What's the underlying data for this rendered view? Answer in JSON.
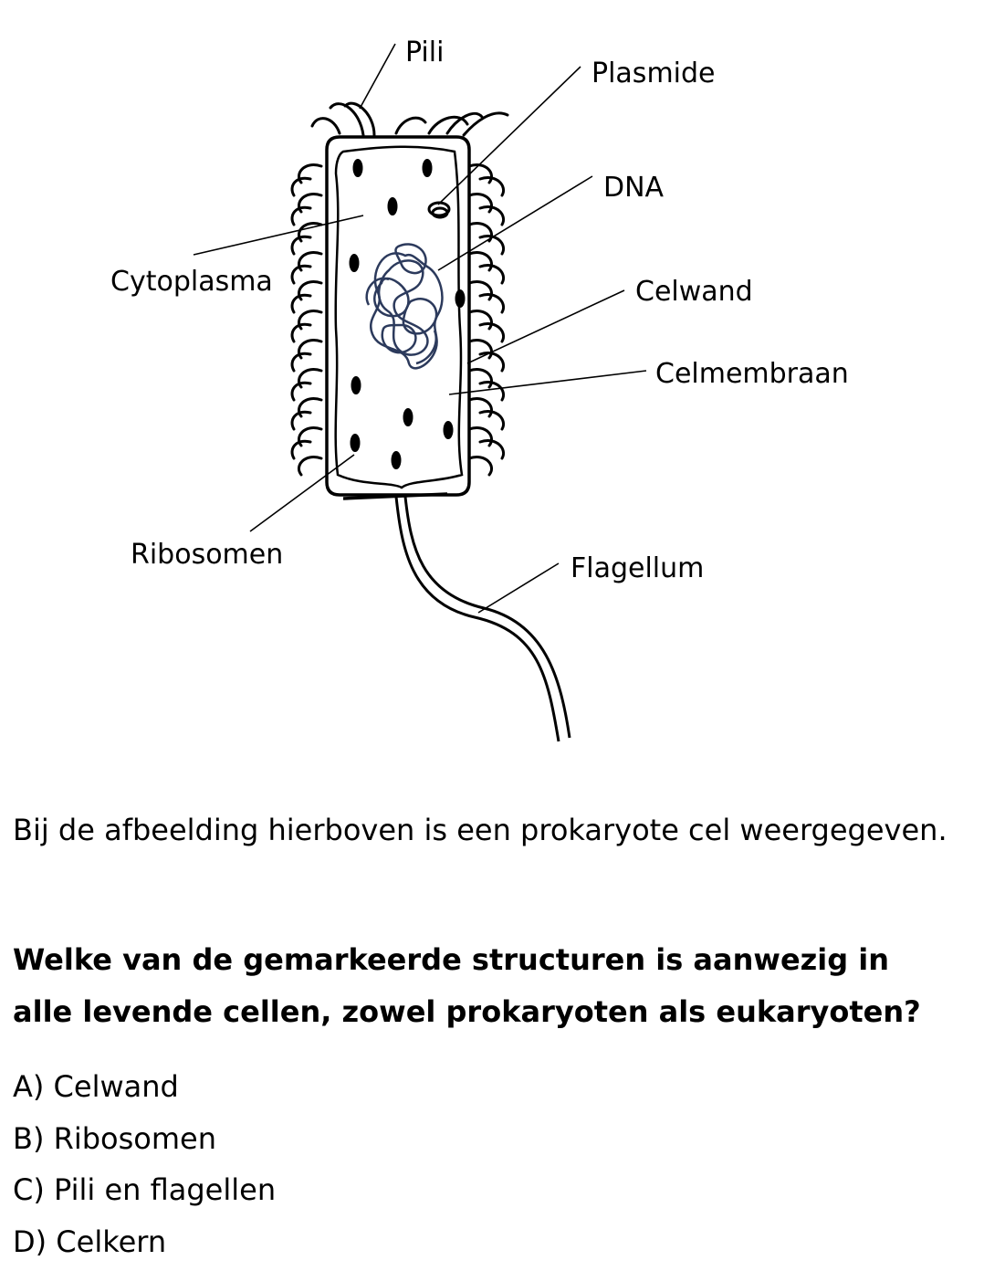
{
  "diagram": {
    "labels": {
      "pili": "Pili",
      "plasmide": "Plasmide",
      "dna": "DNA",
      "cytoplasma": "Cytoplasma",
      "celwand": "Celwand",
      "celmembraan": "Celmembraan",
      "ribosomen": "Ribosomen",
      "flagellum": "Flagellum"
    },
    "colors": {
      "outline": "#000000",
      "dna": "#2c3a5c"
    }
  },
  "intro_text": "Bij de afbeelding hierboven is een prokaryote cel weergegeven.",
  "question_text": "Welke van de gemarkeerde structuren is aanwezig in alle levende cellen, zowel prokaryoten als eukaryoten?",
  "options": [
    "A) Celwand",
    "B) Ribosomen",
    "C) Pili en flagellen",
    "D) Celkern"
  ]
}
